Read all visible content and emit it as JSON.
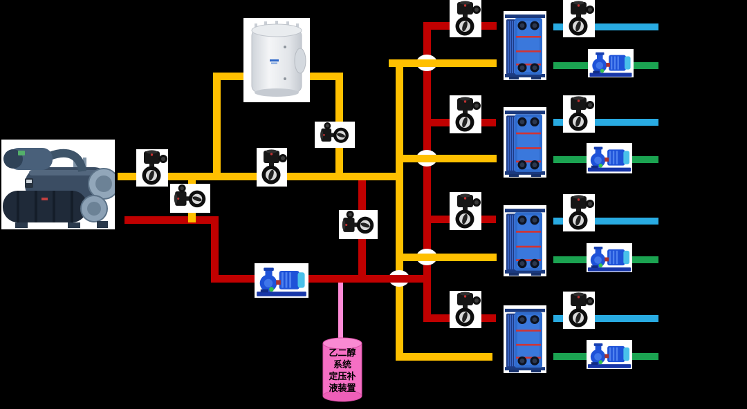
{
  "diagram": {
    "type": "hvac-glycol-system-piping-schematic",
    "background_color": "#000000",
    "colors": {
      "primary_supply": "#FFC000",
      "primary_return": "#C00000",
      "secondary_supply": "#29ABE2",
      "secondary_return": "#1BA351",
      "expansion_line": "#FF8AD6",
      "crossing_marker": "#FFFFFF"
    },
    "expansion_tank": {
      "label_full": "乙二醇系统定压补液装置",
      "label_lines": [
        "乙二醇",
        "系统",
        "定压补",
        "液装置"
      ]
    },
    "equipment_icons": {
      "chiller": "water-cooled-chiller",
      "buffer_tank": "buffer-tank",
      "valve": "electric-butterfly-valve",
      "pump": "centrifugal-pump",
      "heat_exchanger": "plate-heat-exchanger",
      "expansion_tank": "pink-cylinder-tank"
    },
    "counts": {
      "heat_exchangers": 4,
      "secondary_pumps": 4,
      "return_branch_valves": 4,
      "secondary_branch_valves": 4,
      "crossing_markers": 4
    }
  }
}
